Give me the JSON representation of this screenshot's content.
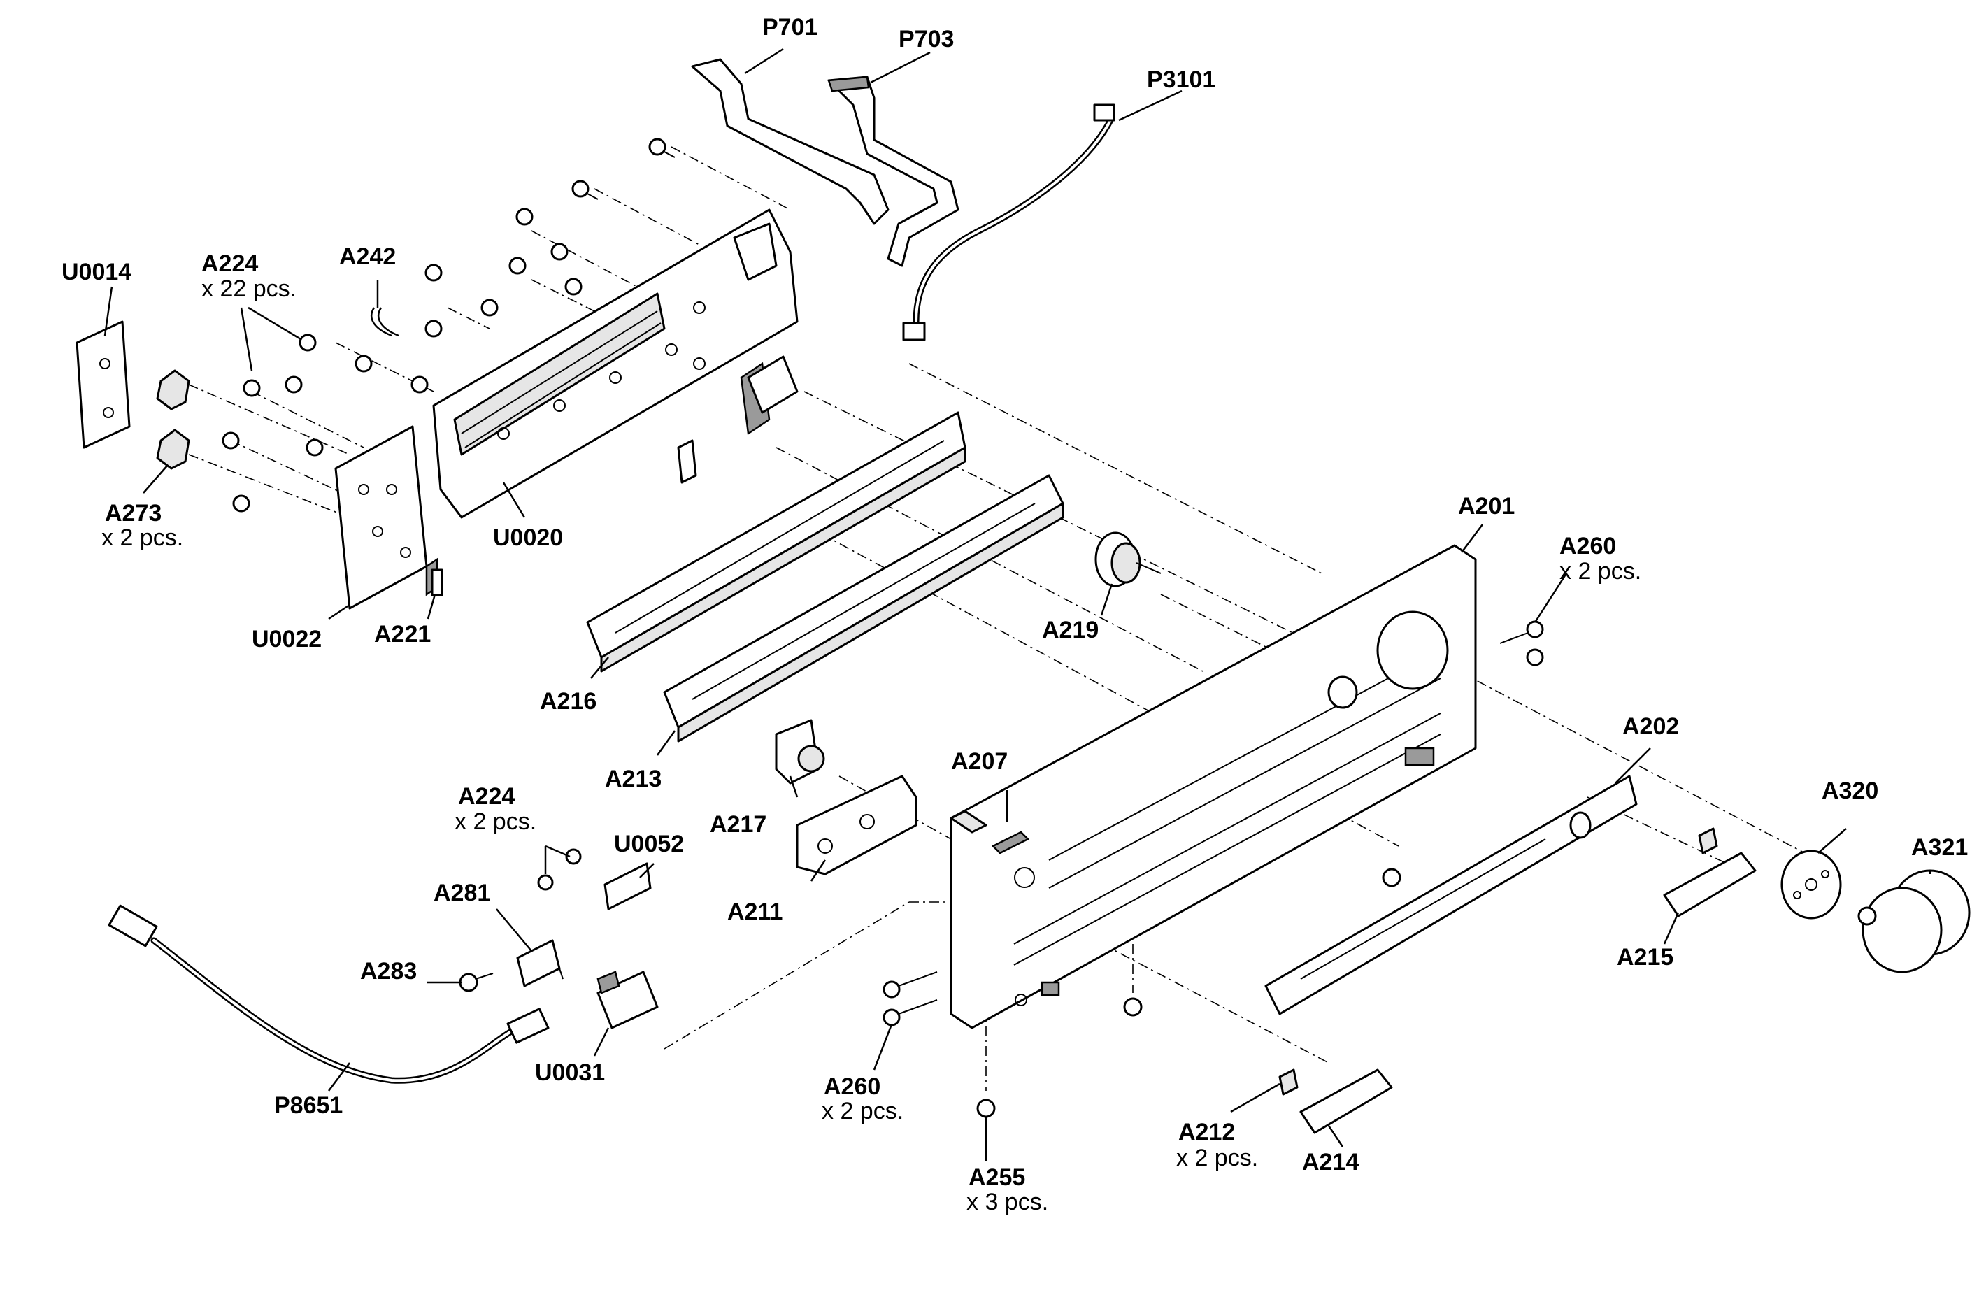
{
  "labels": {
    "p701": "P701",
    "p703": "P703",
    "p3101": "P3101",
    "u0014": "U0014",
    "a224_top": "A224",
    "a224_top_qty": "x 22 pcs.",
    "a242": "A242",
    "a273": "A273",
    "a273_qty": "x 2 pcs.",
    "u0020": "U0020",
    "u0022": "U0022",
    "a221": "A221",
    "a201": "A201",
    "a260_top": "A260",
    "a260_top_qty": "x 2 pcs.",
    "a219": "A219",
    "a216": "A216",
    "a213": "A213",
    "a202": "A202",
    "a207": "A207",
    "a217": "A217",
    "a320": "A320",
    "a321": "A321",
    "a224_bottom": "A224",
    "a224_bottom_qty": "x 2 pcs.",
    "u0052": "U0052",
    "a281": "A281",
    "a283": "A283",
    "a211": "A211",
    "a215": "A215",
    "u0031": "U0031",
    "p8651": "P8651",
    "a260_bottom": "A260",
    "a260_bottom_qty": "x 2 pcs.",
    "a255": "A255",
    "a255_qty": "x 3 pcs.",
    "a212": "A212",
    "a212_qty": "x 2 pcs.",
    "a214": "A214"
  }
}
